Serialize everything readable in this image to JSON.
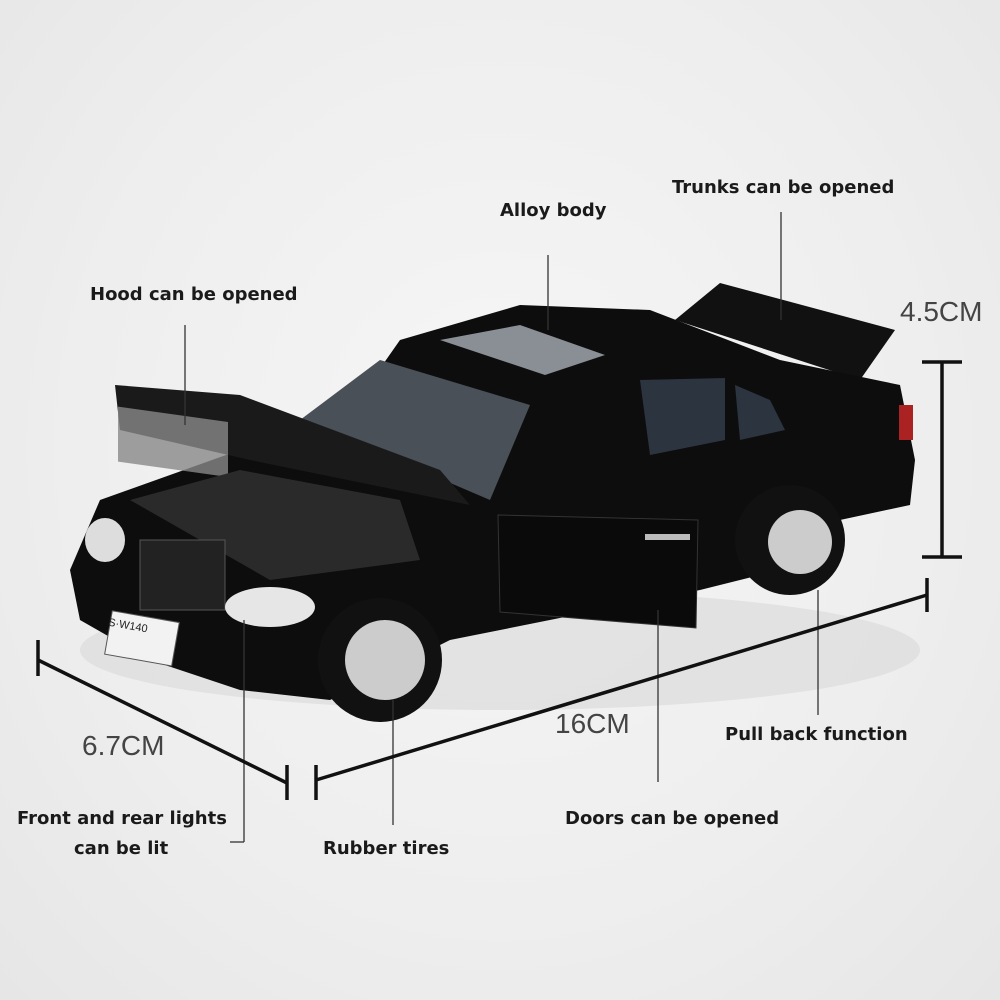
{
  "labels": {
    "alloy_body": "Alloy body",
    "trunks": "Trunks can be opened",
    "hood": "Hood can be opened",
    "pull_back": "Pull back function",
    "doors": "Doors can be opened",
    "rubber_tires": "Rubber tires",
    "lights_line1": "Front and rear lights",
    "lights_line2": "can be lit"
  },
  "dimensions": {
    "height": "4.5CM",
    "length": "16CM",
    "width": "6.7CM"
  },
  "license_plate": "S·W140",
  "colors": {
    "car_body": "#0d0d0d",
    "background": "#efefef",
    "line": "#333333"
  }
}
